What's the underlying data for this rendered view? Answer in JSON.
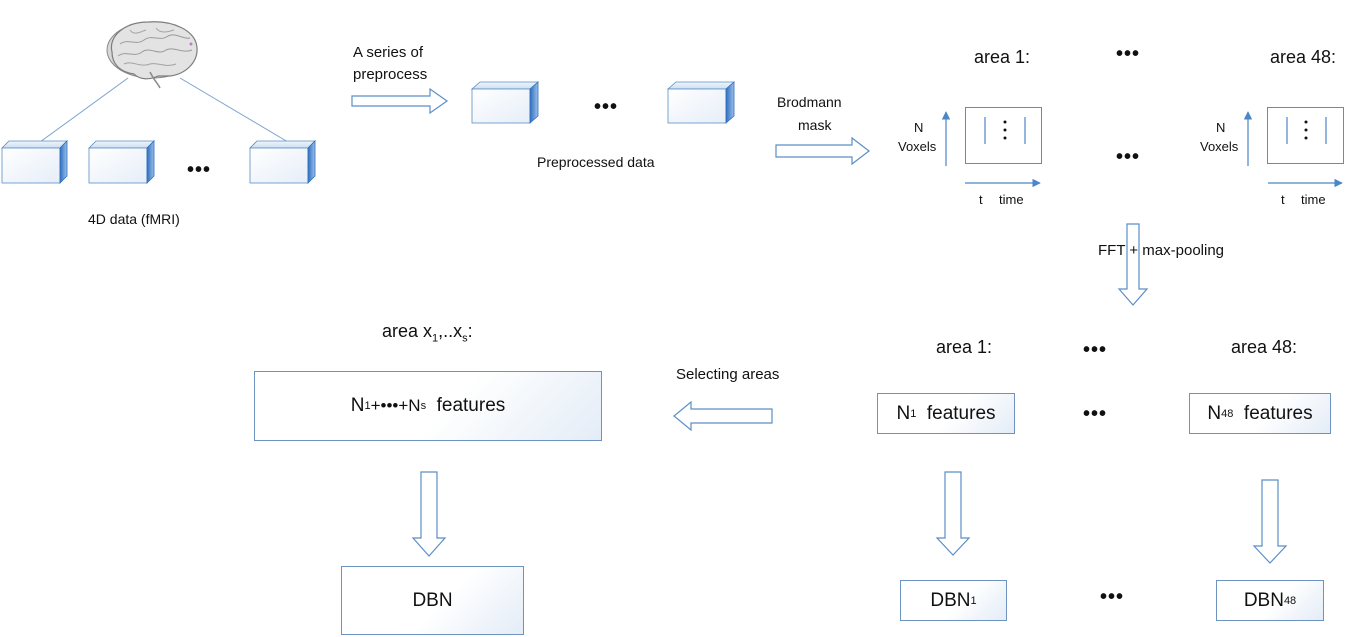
{
  "top": {
    "raw_data_label": "4D data (fMRI)",
    "preprocess_label_line1": "A  series of",
    "preprocess_label_line2": "preprocess",
    "preprocessed_label": "Preprocessed data",
    "mask_label_line1": "Brodmann",
    "mask_label_line2": "mask",
    "ellipsis": "•••"
  },
  "areas_top": [
    {
      "title": "area 1:",
      "y_label_line1": "N",
      "y_label_line2": "Voxels",
      "x_label_t": "t",
      "x_label_time": "time"
    },
    {
      "title": "area 48:",
      "y_label_line1": "N",
      "y_label_line2": "Voxels",
      "x_label_t": "t",
      "x_label_time": "time"
    }
  ],
  "fft_label": "FFT + max-pooling",
  "features": [
    {
      "title": "area 1:",
      "prefix": "N",
      "sub": "1",
      "suffix": "  features",
      "dbn": "DBN",
      "dbn_sub": "1"
    },
    {
      "title": "area 48:",
      "prefix": "N",
      "sub": "48",
      "suffix": "  features",
      "dbn": "DBN",
      "dbn_sub": "48"
    }
  ],
  "selecting_label": "Selecting areas",
  "selected": {
    "title_prefix": "area x",
    "title_sub1": "1",
    "title_mid": ",..x",
    "title_sub2": "s",
    "title_suffix": ":",
    "features_p1": "N",
    "features_s1": "1",
    "features_mid": "+•••+N",
    "features_s2": "s",
    "features_suffix": "  features",
    "dbn": "DBN"
  },
  "colors": {
    "box_border": "#6f93bf",
    "cube_face": "#ffffff",
    "cube_side": "#3d7cc9",
    "arrow": "#5b8ec6",
    "line": "#7aa3cf"
  }
}
